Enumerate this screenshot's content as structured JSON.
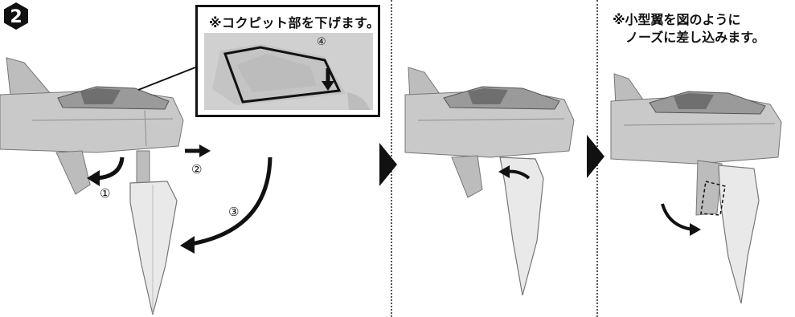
{
  "step": {
    "number": "2"
  },
  "callout": {
    "text": "※コクピット部を下げます。",
    "label": "④"
  },
  "labels": {
    "n1": "①",
    "n2": "②",
    "n3": "③"
  },
  "note": {
    "line1": "※小型翼を図のように",
    "line2": "ノーズに差し込みます。"
  },
  "colors": {
    "ink": "#111111",
    "model_gray": "#c9c9c9",
    "model_shadow": "#8e8e8e",
    "wing_fill": "#e9e9e9"
  }
}
